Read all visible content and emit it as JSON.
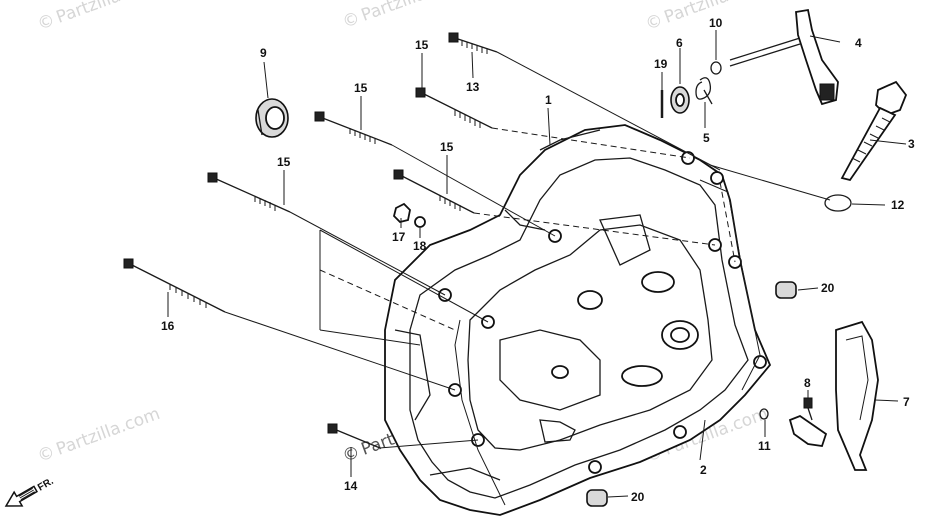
{
  "watermark": {
    "text": "Partzilla.com",
    "copyright_symbol": "©"
  },
  "callouts": {
    "c1": "1",
    "c2": "2",
    "c3": "3",
    "c4": "4",
    "c5": "5",
    "c6": "6",
    "c7": "7",
    "c8": "8",
    "c9": "9",
    "c10": "10",
    "c11": "11",
    "c12": "12",
    "c13": "13",
    "c14": "14",
    "c15a": "15",
    "c15b": "15",
    "c15c": "15",
    "c15d": "15",
    "c16": "16",
    "c17": "17",
    "c18": "18",
    "c19": "19",
    "c20a": "20",
    "c20b": "20"
  },
  "front_arrow": {
    "label": "FR."
  }
}
